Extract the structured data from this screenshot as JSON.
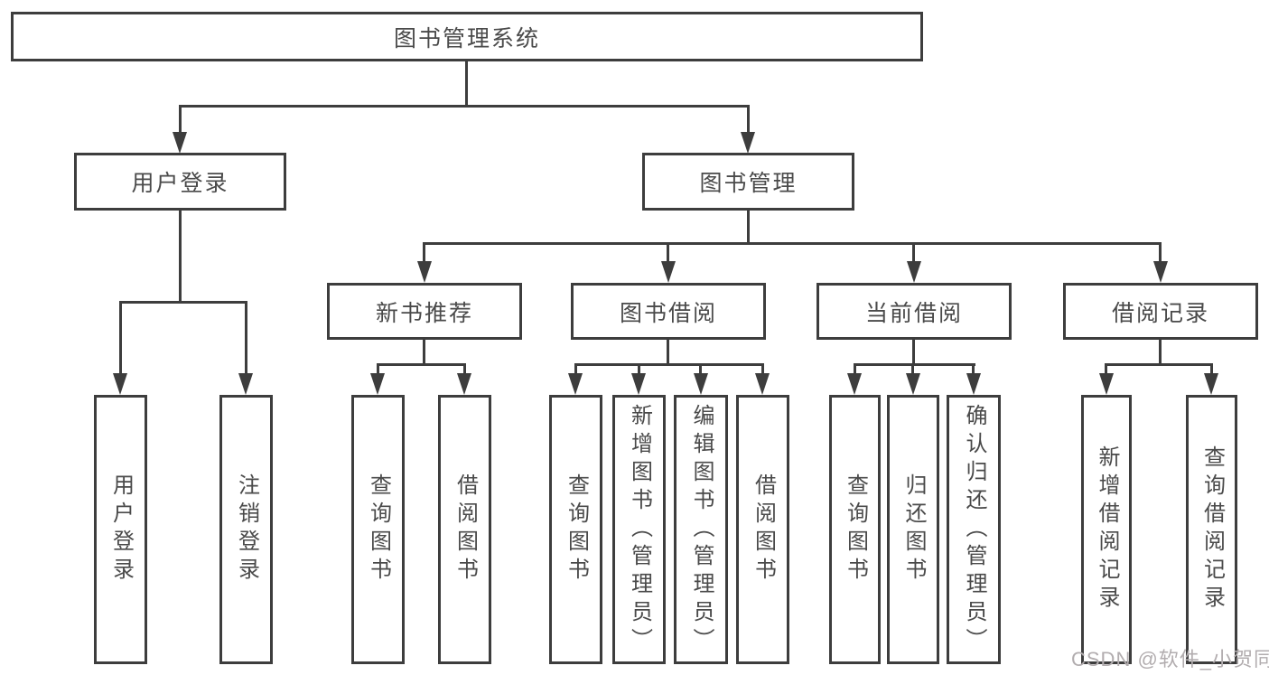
{
  "diagram": {
    "type": "hierarchy-tree",
    "title": "图书管理系统",
    "tree": {
      "root": "图书管理系统",
      "children": [
        {
          "label": "用户登录",
          "children": [
            "用户登录",
            "注销登录"
          ]
        },
        {
          "label": "图书管理",
          "children": [
            {
              "label": "新书推荐",
              "children": [
                "查询图书",
                "借阅图书"
              ]
            },
            {
              "label": "图书借阅",
              "children": [
                "查询图书",
                "新增图书（管理员）",
                "编辑图书（管理员）",
                "借阅图书"
              ]
            },
            {
              "label": "当前借阅",
              "children": [
                "查询图书",
                "归还图书",
                "确认归还（管理员）"
              ]
            },
            {
              "label": "借阅记录",
              "children": [
                "新增借阅记录",
                "查询借阅记录"
              ]
            }
          ]
        }
      ]
    }
  },
  "nodes": {
    "root": "图书管理系统",
    "user_login": "用户登录",
    "book_mgmt": "图书管理",
    "new_book_rec": "新书推荐",
    "book_borrow": "图书借阅",
    "current_borrow": "当前借阅",
    "borrow_records": "借阅记录",
    "leaf_user_login": "用户登录",
    "leaf_logout": "注销登录",
    "leaf_rec_query": "查询图书",
    "leaf_rec_borrow": "借阅图书",
    "leaf_bb_query": "查询图书",
    "leaf_bb_add": "新增图书（管理员）",
    "leaf_bb_edit": "编辑图书（管理员）",
    "leaf_bb_borrow": "借阅图书",
    "leaf_cb_query": "查询图书",
    "leaf_cb_return": "归还图书",
    "leaf_cb_confirm": "确认归还（管理员）",
    "leaf_br_add": "新增借阅记录",
    "leaf_br_query": "查询借阅记录"
  },
  "watermark": {
    "text": "CSDN @软件_小贺同学"
  },
  "colors": {
    "line": "#3d3d3d",
    "text": "#4a4a4a",
    "background": "#ffffff",
    "watermark": "#b2adaf"
  }
}
